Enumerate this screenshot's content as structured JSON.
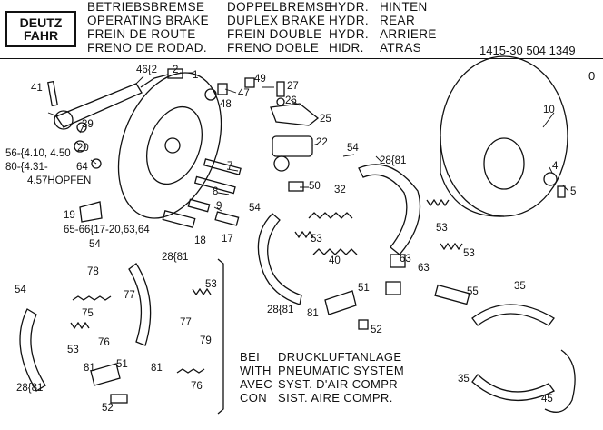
{
  "header": {
    "logo_line1": "DEUTZ",
    "logo_line2": "FAHR",
    "col1": [
      "BETRIEBSBREMSE",
      "OPERATING BRAKE",
      "FREIN DE ROUTE",
      "FRENO DE RODAD."
    ],
    "col2": [
      "DOPPELBREMSE",
      "DUPLEX BRAKE",
      "FREIN DOUBLE",
      "FRENO DOBLE"
    ],
    "col3": [
      "HYDR.",
      "HYDR.",
      "HYDR.",
      "HIDR."
    ],
    "col4": [
      "HINTEN",
      "REAR",
      "ARRIERE",
      "ATRAS"
    ],
    "part_number": "1415-30 504 1349",
    "page_marker": "0"
  },
  "callouts": [
    {
      "id": "c41",
      "text": "41"
    },
    {
      "id": "c39",
      "text": "39"
    },
    {
      "id": "c20",
      "text": "20"
    },
    {
      "id": "c64",
      "text": "64"
    },
    {
      "id": "c56",
      "text": "56-{4.10, 4.50"
    },
    {
      "id": "c80",
      "text": "80-{4.31-"
    },
    {
      "id": "c457",
      "text": "4.57HOPFEN"
    },
    {
      "id": "c46",
      "text": "46{2"
    },
    {
      "id": "c2",
      "text": "2"
    },
    {
      "id": "c1",
      "text": "1"
    },
    {
      "id": "c49",
      "text": "49"
    },
    {
      "id": "c47",
      "text": "47"
    },
    {
      "id": "c48",
      "text": "48"
    },
    {
      "id": "c27",
      "text": "27"
    },
    {
      "id": "c26",
      "text": "26"
    },
    {
      "id": "c25",
      "text": "25"
    },
    {
      "id": "c22",
      "text": "22"
    },
    {
      "id": "c10",
      "text": "10"
    },
    {
      "id": "c4",
      "text": "4"
    },
    {
      "id": "c5",
      "text": "5"
    },
    {
      "id": "c7",
      "text": "7"
    },
    {
      "id": "c8",
      "text": "8"
    },
    {
      "id": "c9",
      "text": "9"
    },
    {
      "id": "c19",
      "text": "19"
    },
    {
      "id": "c50",
      "text": "50"
    },
    {
      "id": "c54a",
      "text": "54"
    },
    {
      "id": "c2881a",
      "text": "28{81"
    },
    {
      "id": "c32",
      "text": "32"
    },
    {
      "id": "c53a",
      "text": "53"
    },
    {
      "id": "c6566",
      "text": "65-66{17-20,63,64"
    },
    {
      "id": "c18",
      "text": "18"
    },
    {
      "id": "c17",
      "text": "17"
    },
    {
      "id": "c54b",
      "text": "54"
    },
    {
      "id": "c53b",
      "text": "53"
    },
    {
      "id": "c40",
      "text": "40"
    },
    {
      "id": "c54c",
      "text": "54"
    },
    {
      "id": "c2881b",
      "text": "28{81"
    },
    {
      "id": "c78",
      "text": "78"
    },
    {
      "id": "c53c",
      "text": "53"
    },
    {
      "id": "c63a",
      "text": "63"
    },
    {
      "id": "c63b",
      "text": "63"
    },
    {
      "id": "c53d",
      "text": "53"
    },
    {
      "id": "c55",
      "text": "55"
    },
    {
      "id": "c35a",
      "text": "35"
    },
    {
      "id": "c54d",
      "text": "54"
    },
    {
      "id": "c77a",
      "text": "77"
    },
    {
      "id": "c75",
      "text": "75"
    },
    {
      "id": "c2881c",
      "text": "28{81"
    },
    {
      "id": "c81a",
      "text": "81"
    },
    {
      "id": "c51",
      "text": "51"
    },
    {
      "id": "c52a",
      "text": "52"
    },
    {
      "id": "c53e",
      "text": "53"
    },
    {
      "id": "c76a",
      "text": "76"
    },
    {
      "id": "c77b",
      "text": "77"
    },
    {
      "id": "c79",
      "text": "79"
    },
    {
      "id": "c81b",
      "text": "81"
    },
    {
      "id": "c51b",
      "text": "51"
    },
    {
      "id": "c76b",
      "text": "76"
    },
    {
      "id": "c81c",
      "text": "81"
    },
    {
      "id": "c2881d",
      "text": "28{81"
    },
    {
      "id": "c52b",
      "text": "52"
    },
    {
      "id": "c35b",
      "text": "35"
    },
    {
      "id": "c45",
      "text": "45"
    }
  ],
  "legend": [
    {
      "k": "BEI",
      "v": "DRUCKLUFTANLAGE"
    },
    {
      "k": "WITH",
      "v": "PNEUMATIC SYSTEM"
    },
    {
      "k": "AVEC",
      "v": "SYST. D'AIR COMPR"
    },
    {
      "k": "CON",
      "v": "SIST. AIRE COMPR."
    }
  ]
}
